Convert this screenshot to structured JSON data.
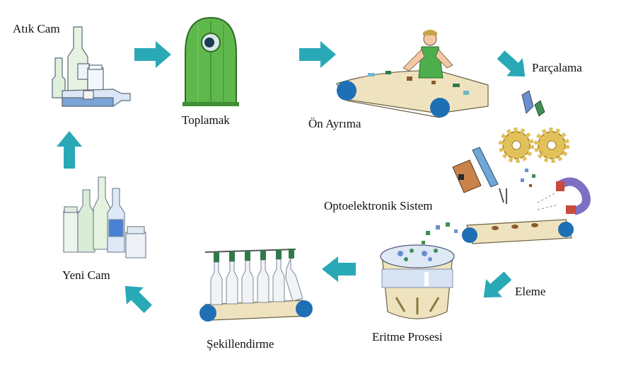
{
  "labels": {
    "atik_cam": "Atık Cam",
    "toplamak": "Toplamak",
    "on_ayrima": "Ön Ayrıma",
    "parcalama": "Parçalama",
    "optoelektronik": "Optoelektronik Sistem",
    "eleme": "Eleme",
    "eritme": "Eritme Prosesi",
    "sekillendirme": "Şekillendirme",
    "yeni_cam": "Yeni Cam"
  },
  "colors": {
    "arrow": "#29a9b6",
    "container_green": "#5fb84c",
    "belt_blue": "#1f6fb5",
    "belt_tan": "#efe3bf",
    "gear": "#e2c05a"
  }
}
